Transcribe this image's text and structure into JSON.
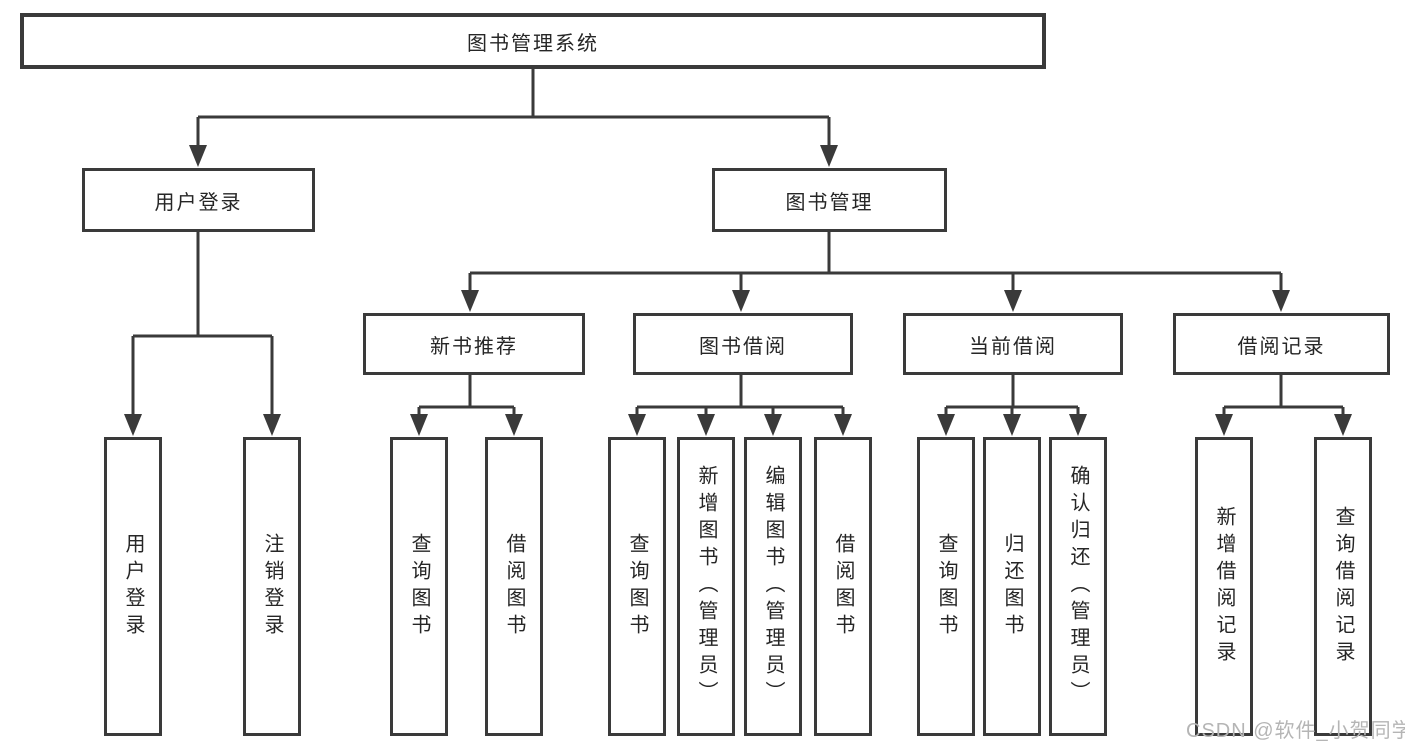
{
  "nodes": {
    "root": {
      "label": "图书管理系统"
    },
    "level2": [
      {
        "id": "user-login",
        "label": "用户登录"
      },
      {
        "id": "book-management",
        "label": "图书管理"
      }
    ],
    "level3": [
      {
        "id": "new-book-recommend",
        "label": "新书推荐",
        "parent": "book-management"
      },
      {
        "id": "book-borrow",
        "label": "图书借阅",
        "parent": "book-management"
      },
      {
        "id": "current-borrow",
        "label": "当前借阅",
        "parent": "book-management"
      },
      {
        "id": "borrow-records",
        "label": "借阅记录",
        "parent": "book-management"
      }
    ],
    "leaves": [
      {
        "id": "leaf-user-login",
        "label": "用户登录",
        "parent": "user-login"
      },
      {
        "id": "leaf-logout",
        "label": "注销登录",
        "parent": "user-login"
      },
      {
        "id": "leaf-query-book-1",
        "label": "查询图书",
        "parent": "new-book-recommend"
      },
      {
        "id": "leaf-borrow-book-1",
        "label": "借阅图书",
        "parent": "new-book-recommend"
      },
      {
        "id": "leaf-query-book-2",
        "label": "查询图书",
        "parent": "book-borrow"
      },
      {
        "id": "leaf-add-book",
        "label": "新增图书（管理员）",
        "parent": "book-borrow"
      },
      {
        "id": "leaf-edit-book",
        "label": "编辑图书（管理员）",
        "parent": "book-borrow"
      },
      {
        "id": "leaf-borrow-book-2",
        "label": "借阅图书",
        "parent": "book-borrow"
      },
      {
        "id": "leaf-query-book-3",
        "label": "查询图书",
        "parent": "current-borrow"
      },
      {
        "id": "leaf-return-book",
        "label": "归还图书",
        "parent": "current-borrow"
      },
      {
        "id": "leaf-confirm-return",
        "label": "确认归还（管理员）",
        "parent": "current-borrow"
      },
      {
        "id": "leaf-add-borrow-record",
        "label": "新增借阅记录",
        "parent": "borrow-records"
      },
      {
        "id": "leaf-query-borrow-record",
        "label": "查询借阅记录",
        "parent": "borrow-records"
      }
    ]
  },
  "watermark": "CSDN @软件_小贺同学",
  "colors": {
    "line": "#3a3a3a",
    "box_border": "#3a3a3a",
    "text": "#262626",
    "watermark": "#b5b5b5",
    "background": "#ffffff"
  }
}
